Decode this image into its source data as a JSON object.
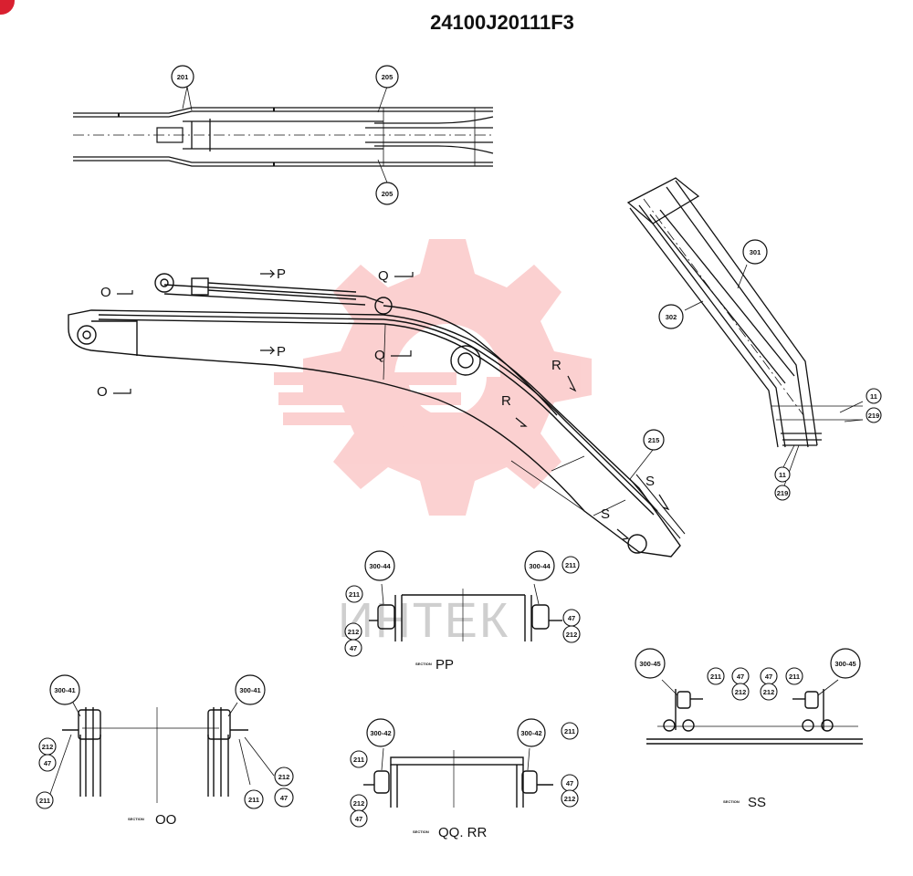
{
  "title": "24100J20111F3",
  "watermark": {
    "text": "ИНТЕК",
    "color": "#f4a0a0"
  },
  "callouts": {
    "top_201": "201",
    "top_205a": "205",
    "top_205b": "205",
    "arm_301": "301",
    "arm_302": "302",
    "arm_11a": "11",
    "arm_219a": "219",
    "arm_11b": "11",
    "arm_219b": "219",
    "boom_215": "215",
    "pp_300_44_left": "300-44",
    "pp_211_left": "211",
    "pp_212_left": "212",
    "pp_47_left": "47",
    "pp_300_44_right": "300-44",
    "pp_211_right": "211",
    "pp_47_right": "47",
    "pp_212_right": "212",
    "oo_300_41_left": "300-41",
    "oo_212_left": "212",
    "oo_47_left": "47",
    "oo_211_left": "211",
    "oo_300_41_right": "300-41",
    "oo_211_right": "211",
    "oo_212_right": "212",
    "oo_47_right": "47",
    "qq_300_42_left": "300-42",
    "qq_211_left": "211",
    "qq_212_left": "212",
    "qq_47_left": "47",
    "qq_300_42_right": "300-42",
    "qq_211_right": "211",
    "qq_47_right": "47",
    "qq_212_right": "212",
    "ss_300_45_left": "300-45",
    "ss_211_left": "211",
    "ss_47_left": "47",
    "ss_212_left": "212",
    "ss_47_right": "47",
    "ss_211_right": "211",
    "ss_212_right": "212",
    "ss_300_45_right": "300-45"
  },
  "section_markers": {
    "O_upper": "O",
    "O_lower": "O",
    "P_upper": "P",
    "P_lower": "P",
    "Q_upper": "Q",
    "Q_lower": "Q",
    "R_upper": "R",
    "R_lower": "R",
    "S_upper": "S",
    "S_lower": "S"
  },
  "section_labels": {
    "section_word": "SECTION",
    "pp": "PP",
    "oo": "OO",
    "qq_rr": "QQ. RR",
    "ss": "SS"
  }
}
